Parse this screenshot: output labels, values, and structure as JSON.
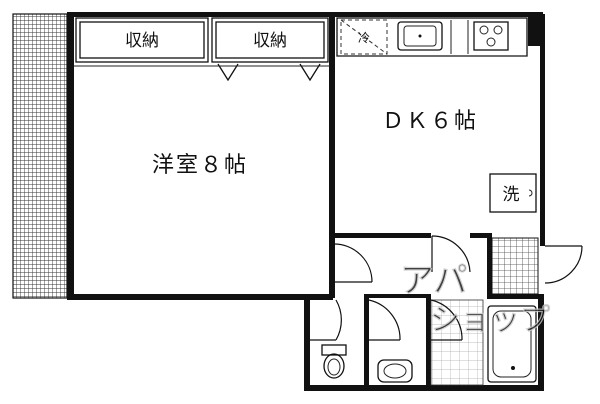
{
  "rooms": {
    "western_room": "洋室８帖",
    "dk": "ＤＫ６帖",
    "closet_left": "収納",
    "closet_right": "収納",
    "fridge": "冷",
    "washer": "洗"
  },
  "watermark": {
    "line1": "アパ",
    "line2": "ショップ"
  }
}
